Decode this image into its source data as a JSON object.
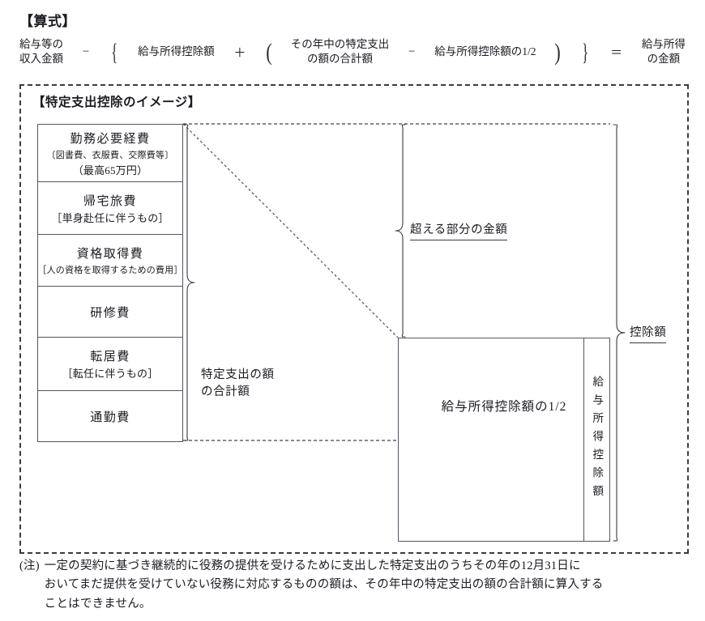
{
  "formula": {
    "heading": "【算式】",
    "terms": {
      "salary_income": {
        "line1": "給与等の",
        "line2": "収入金額"
      },
      "employment_deduction": {
        "line1": "給与所得控除額",
        "line2": ""
      },
      "specified_expense_total": {
        "line1": "その年中の特定支出",
        "line2": "の額の合計額"
      },
      "half_deduction": {
        "line1": "給与所得控除額の1/2",
        "line2": ""
      },
      "salary_income_amount": {
        "line1": "給与所得",
        "line2": "の金額"
      }
    },
    "operators": {
      "minus1": "−",
      "brace_open": "{",
      "plus": "＋",
      "paren_open": "(",
      "minus2": "−",
      "paren_close": ")",
      "brace_close": "}",
      "equals": "＝"
    }
  },
  "image_box": {
    "heading": "【特定支出控除のイメージ】",
    "expenses": [
      {
        "title": "勤務必要経費",
        "sub": "〔図書費、衣服費、交際費等〕",
        "sub2": "（最高65万円）"
      },
      {
        "title": "帰宅旅費",
        "sub": "［単身赴任に伴うもの］",
        "sub2": ""
      },
      {
        "title": "資格取得費",
        "sub": "［人の資格を取得するための費用］",
        "sub2": ""
      },
      {
        "title": "研修費",
        "sub": "",
        "sub2": ""
      },
      {
        "title": "転居費",
        "sub": "［転任に伴うもの］",
        "sub2": ""
      },
      {
        "title": "通勤費",
        "sub": "",
        "sub2": ""
      }
    ],
    "labels": {
      "specified_expense_total": {
        "line1": "特定支出の額",
        "line2": "の合計額"
      },
      "excess_amount": "超える部分の金額",
      "deduction_amount": "控除額",
      "half_employment_deduction": "給与所得控除額の1/2",
      "employment_deduction_vertical": "給与所得控除額"
    }
  },
  "note": {
    "marker": "(注)",
    "line1": "一定の契約に基づき継続的に役務の提供を受けるために支出した特定支出のうちその年の12月31日に",
    "line2": "おいてまだ提供を受けていない役務に対応するものの額は、その年中の特定支出の額の合計額に算入する",
    "line3": "ことはできません。"
  },
  "colors": {
    "ink": "#1b1b22",
    "line": "#55555f",
    "dash": "#3b3b45",
    "background": "#ffffff"
  }
}
